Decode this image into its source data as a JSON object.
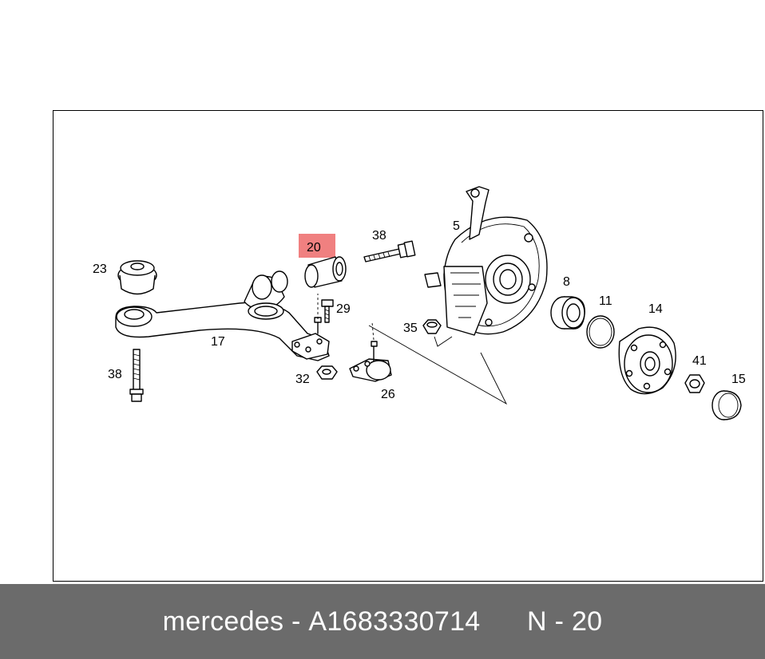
{
  "diagram": {
    "labels": [
      {
        "id": "p20",
        "text": "20"
      },
      {
        "id": "p38a",
        "text": "38"
      },
      {
        "id": "p5",
        "text": "5"
      },
      {
        "id": "p23",
        "text": "23"
      },
      {
        "id": "p29",
        "text": "29"
      },
      {
        "id": "p8",
        "text": "8"
      },
      {
        "id": "p11",
        "text": "11"
      },
      {
        "id": "p14",
        "text": "14"
      },
      {
        "id": "p35",
        "text": "35"
      },
      {
        "id": "p17",
        "text": "17"
      },
      {
        "id": "p38b",
        "text": "38"
      },
      {
        "id": "p32",
        "text": "32"
      },
      {
        "id": "p26",
        "text": "26"
      },
      {
        "id": "p41",
        "text": "41"
      },
      {
        "id": "p15",
        "text": "15"
      }
    ],
    "highlight_color": "#f08080"
  },
  "footer": {
    "brand": "mercedes",
    "separator": " - ",
    "part_number": "A1683330714",
    "position_label": "N - 20",
    "background": "#6b6b6b"
  }
}
